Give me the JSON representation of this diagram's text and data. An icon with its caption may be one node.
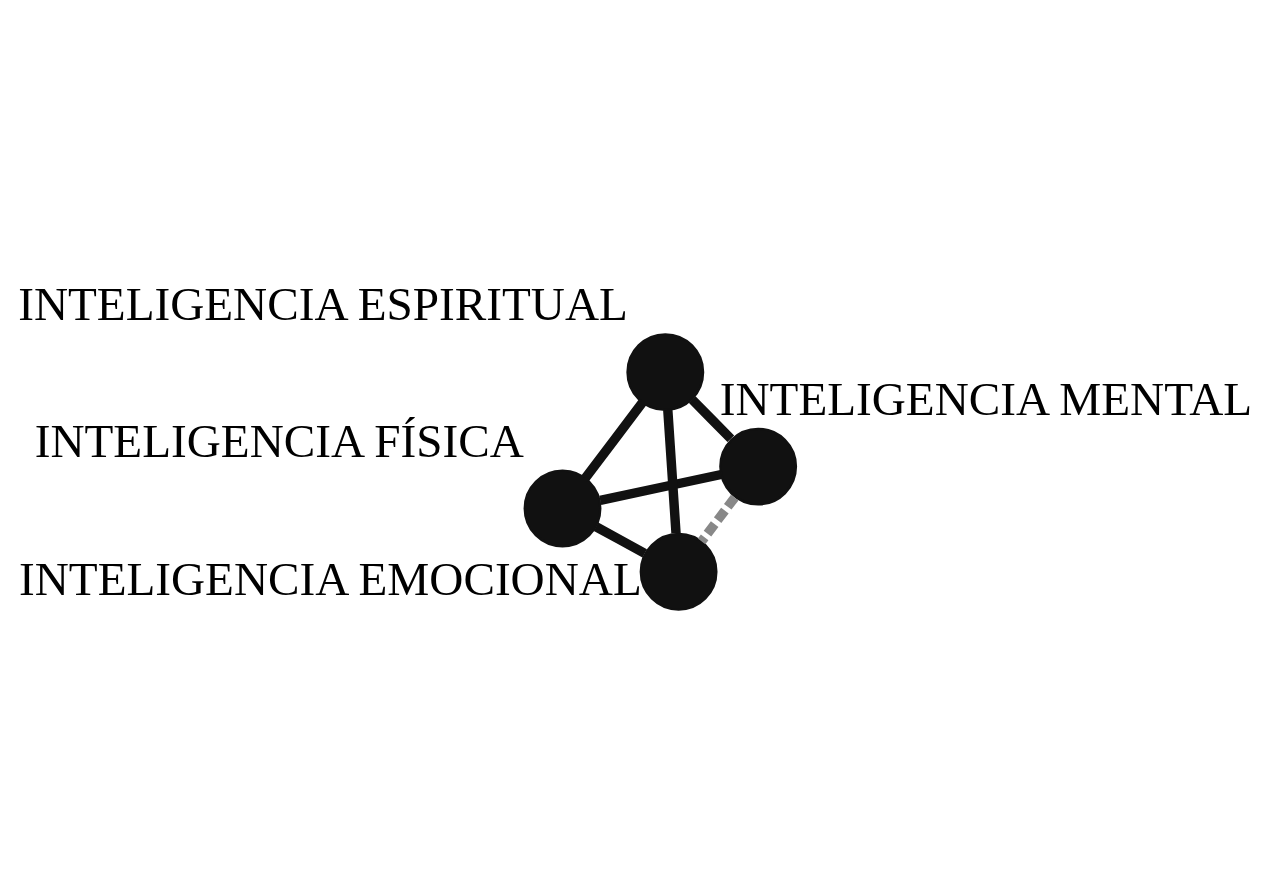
{
  "diagram": {
    "nodes": [
      {
        "text": [],
        "shape": "circle",
        "beside": [
          "INTELIGENCIA FÍSICA"
        ]
      },
      {
        "text": [],
        "shape": "circle",
        "beside": [
          "INTELIGENCIA MENTAL"
        ]
      },
      {
        "text": [],
        "shape": "circle",
        "beside": [
          "INTELIGENCIA EMOCIONAL"
        ]
      },
      {
        "text": [],
        "shape": "circle",
        "beside": [
          "INTELIGENCIA ESPIRITUAL"
        ]
      }
    ],
    "edges": [
      {
        "from": 0,
        "to": 1,
        "arrow": "none"
      },
      {
        "from": 0,
        "to": 2,
        "arrow": "none"
      },
      {
        "from": 0,
        "to": 3,
        "arrow": "none"
      },
      {
        "from": 1,
        "to": 2,
        "arrow": "none",
        "style": "dashed",
        "color": "#888888"
      },
      {
        "from": 1,
        "to": 3,
        "arrow": "none"
      },
      {
        "from": 2,
        "to": 3,
        "arrow": "none"
      }
    ]
  }
}
